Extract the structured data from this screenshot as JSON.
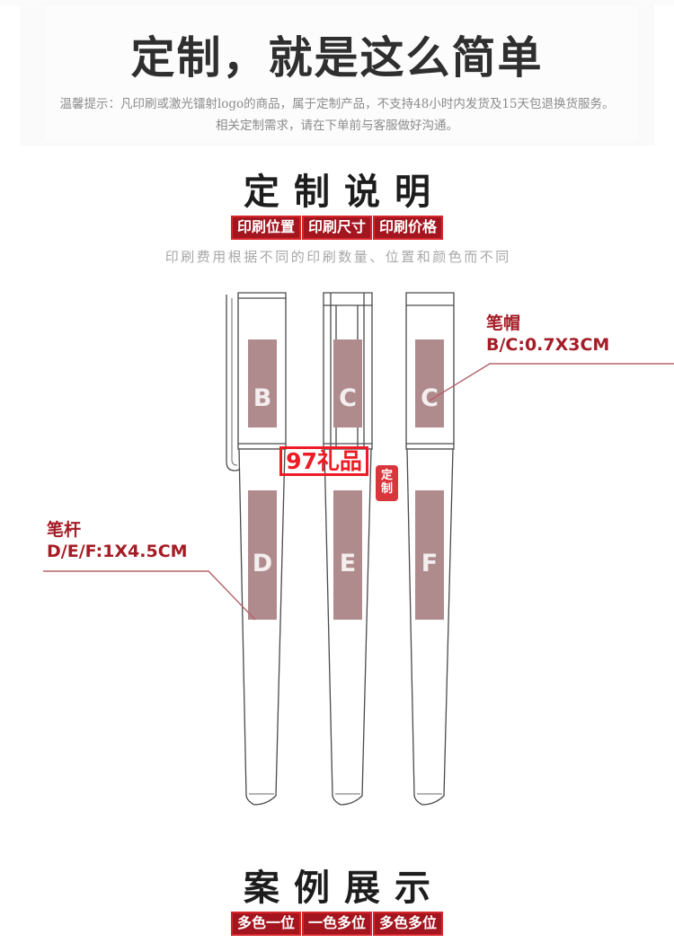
{
  "hero": {
    "title": "定制，就是这么简单",
    "tip_line1": "温馨提示：凡印刷或激光镭射logo的商品，属于定制产品，不支持48小时内发货及15天包退换货服务。",
    "tip_line2": "相关定制需求，请在下单前与客服做好沟通。"
  },
  "spec_section": {
    "title": "定制说明",
    "badges": [
      "印刷位置",
      "印刷尺寸",
      "印刷价格"
    ],
    "subtitle": "印刷费用根据不同的印刷数量、位置和颜色而不同"
  },
  "diagram": {
    "zones": [
      {
        "id": "B",
        "label": "B"
      },
      {
        "id": "C",
        "label": "C"
      },
      {
        "id": "D",
        "label": "D"
      },
      {
        "id": "E",
        "label": "E"
      },
      {
        "id": "F",
        "label": "F"
      }
    ],
    "annotations": [
      {
        "name": "cap",
        "line1": "笔帽",
        "line2": "B/C:0.7X3CM"
      },
      {
        "name": "barrel",
        "line1": "笔杆",
        "line2": "D/E/F:1X4.5CM"
      }
    ],
    "watermark": "97礼品",
    "seal_line1": "定",
    "seal_line2": "制"
  },
  "case_section": {
    "title": "案例展示",
    "badges": [
      "多色一位",
      "一色多位",
      "多色多位"
    ]
  },
  "colors": {
    "badge_bg": "#a3161f",
    "badge_border": "#d7262c",
    "zone_fill": "#b08b8d",
    "annotation_red": "#a51c26",
    "watermark_red": "#ec1c24",
    "pen_outline": "#4a4a4a",
    "title_dark": "#1d1d1d",
    "tip_gray": "#8c8c8c"
  }
}
